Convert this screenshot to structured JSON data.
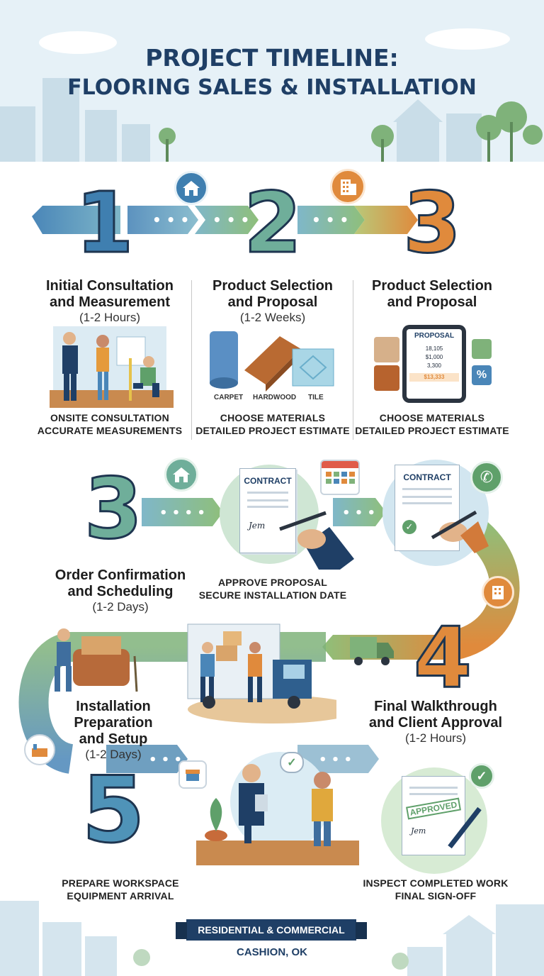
{
  "header": {
    "title_line1": "PROJECT TIMELINE:",
    "title_line2": "FLOORING SALES & INSTALLATION"
  },
  "steps_top": [
    {
      "number": "1",
      "name_line1": "Initial Consultation",
      "name_line2": "and Measurement",
      "duration": "(1-2 Hours)",
      "caption_line1": "ONSITE CONSULTATION",
      "caption_line2": "ACCURATE MEASUREMENTS"
    },
    {
      "number": "2",
      "name_line1": "Product Selection",
      "name_line2": "and Proposal",
      "duration": "(1-2 Weeks)",
      "caption_line1": "CHOOSE MATERIALS",
      "caption_line2": "DETAILED PROJECT ESTIMATE",
      "materials": [
        "CARPET",
        "HARDWOOD",
        "TILE"
      ]
    },
    {
      "number": "3",
      "name_line1": "Product Selection",
      "name_line2": "and Proposal",
      "caption_line1": "CHOOSE MATERIALS",
      "caption_line2": "DETAILED PROJECT ESTIMATE",
      "proposal": {
        "title": "PROPOSAL",
        "lines": [
          "18,105",
          "$1,000",
          "3,300"
        ],
        "total": "$13,333"
      }
    }
  ],
  "step_order": {
    "number": "3",
    "name_line1": "Order Confirmation",
    "name_line2": "and Scheduling",
    "duration": "(1-2 Days)",
    "caption_line1": "APPROVE PROPOSAL",
    "caption_line2": "SECURE INSTALLATION DATE",
    "doc_title": "CONTRACT",
    "signature": "Jem"
  },
  "step_contract2": {
    "doc_title": "CONTRACT"
  },
  "step_install": {
    "name_line1": "Installation",
    "name_line2": "Preparation",
    "name_line3": "and Setup",
    "duration": "(1-2 Days)"
  },
  "step_final": {
    "number": "4",
    "name_line1": "Final Walkthrough",
    "name_line2": "and Client Approval",
    "duration": "(1-2 Hours)"
  },
  "step_five": {
    "number": "5",
    "caption_line1": "PREPARE WORKSPACE",
    "caption_line2": "EQUIPMENT ARRIVAL"
  },
  "step_approved": {
    "stamp": "APPROVED",
    "signature": "Jem",
    "caption_line1": "INSPECT COMPLETED WORK",
    "caption_line2": "FINAL SIGN-OFF"
  },
  "footer": {
    "ribbon": "RESIDENTIAL & COMMERCIAL",
    "location": "CASHION, OK"
  },
  "colors": {
    "navy": "#1f3f66",
    "blue": "#4a86b8",
    "green": "#7fb27a",
    "orange": "#e08a3c",
    "sky": "#e6f1f7"
  },
  "icons": [
    "house-icon",
    "building-icon",
    "calendar-icon",
    "phone-icon",
    "truck-icon",
    "check-icon",
    "percent-icon"
  ]
}
